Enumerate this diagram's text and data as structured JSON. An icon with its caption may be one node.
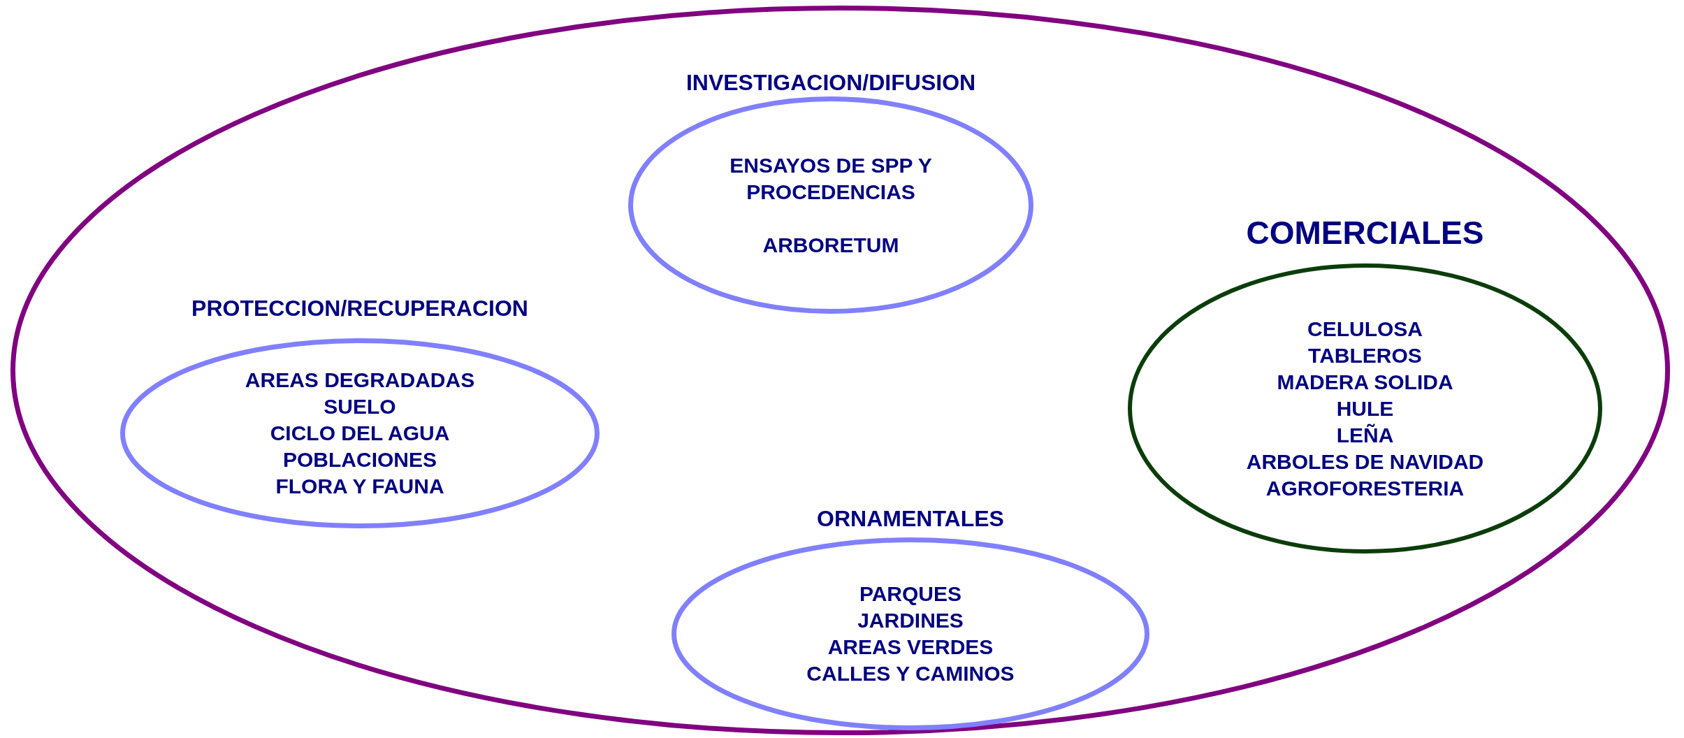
{
  "diagram": {
    "nodes": [
      {
        "text": [],
        "shape": "ellipse"
      },
      {
        "text": [
          "INVESTIGACION/DIFUSION",
          "ENSAYOS DE SPP Y PROCEDENCIAS",
          "ARBORETUM"
        ],
        "in": 0
      },
      {
        "text": [
          "COMERCIALES",
          "CELULOSA",
          "TABLEROS",
          "MADERA SOLIDA",
          "HULE",
          "LEÑA",
          "ARBOLES DE NAVIDAD",
          "AGROFORESTERIA"
        ],
        "in": 0
      },
      {
        "text": [
          "PROTECCION/RECUPERACION",
          "AREAS DEGRADADAS",
          "SUELO",
          "CICLO DEL AGUA",
          "POBLACIONES",
          "FLORA Y FAUNA"
        ],
        "in": 0
      },
      {
        "text": [
          "ORNAMENTALES",
          "PARQUES",
          "JARDINES",
          "AREAS VERDES",
          "CALLES Y CAMINOS"
        ],
        "in": 0
      }
    ]
  }
}
